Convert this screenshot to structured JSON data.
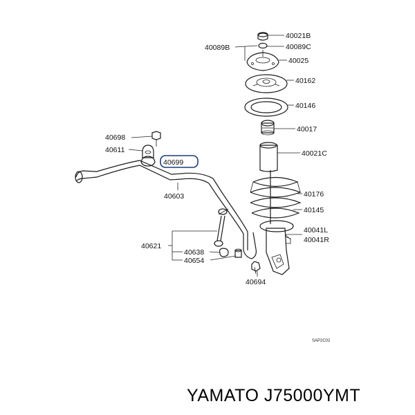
{
  "labels": {
    "p40021b": "40021B",
    "p40089b": "40089B",
    "p40089c": "40089C",
    "p40025": "40025",
    "p40162": "40162",
    "p40146": "40146",
    "p40698": "40698",
    "p40017": "40017",
    "p40611": "40611",
    "p40021c": "40021C",
    "p40699": "40699",
    "p40603": "40603",
    "p40176": "40176",
    "p40145": "40145",
    "p40041l": "40041L",
    "p40041r": "40041R",
    "p40621": "40621",
    "p40638": "40638",
    "p40654": "40654",
    "p40694": "40694"
  },
  "diagram_code": "SAP2C02",
  "caption": "YAMATO J75000YMT"
}
